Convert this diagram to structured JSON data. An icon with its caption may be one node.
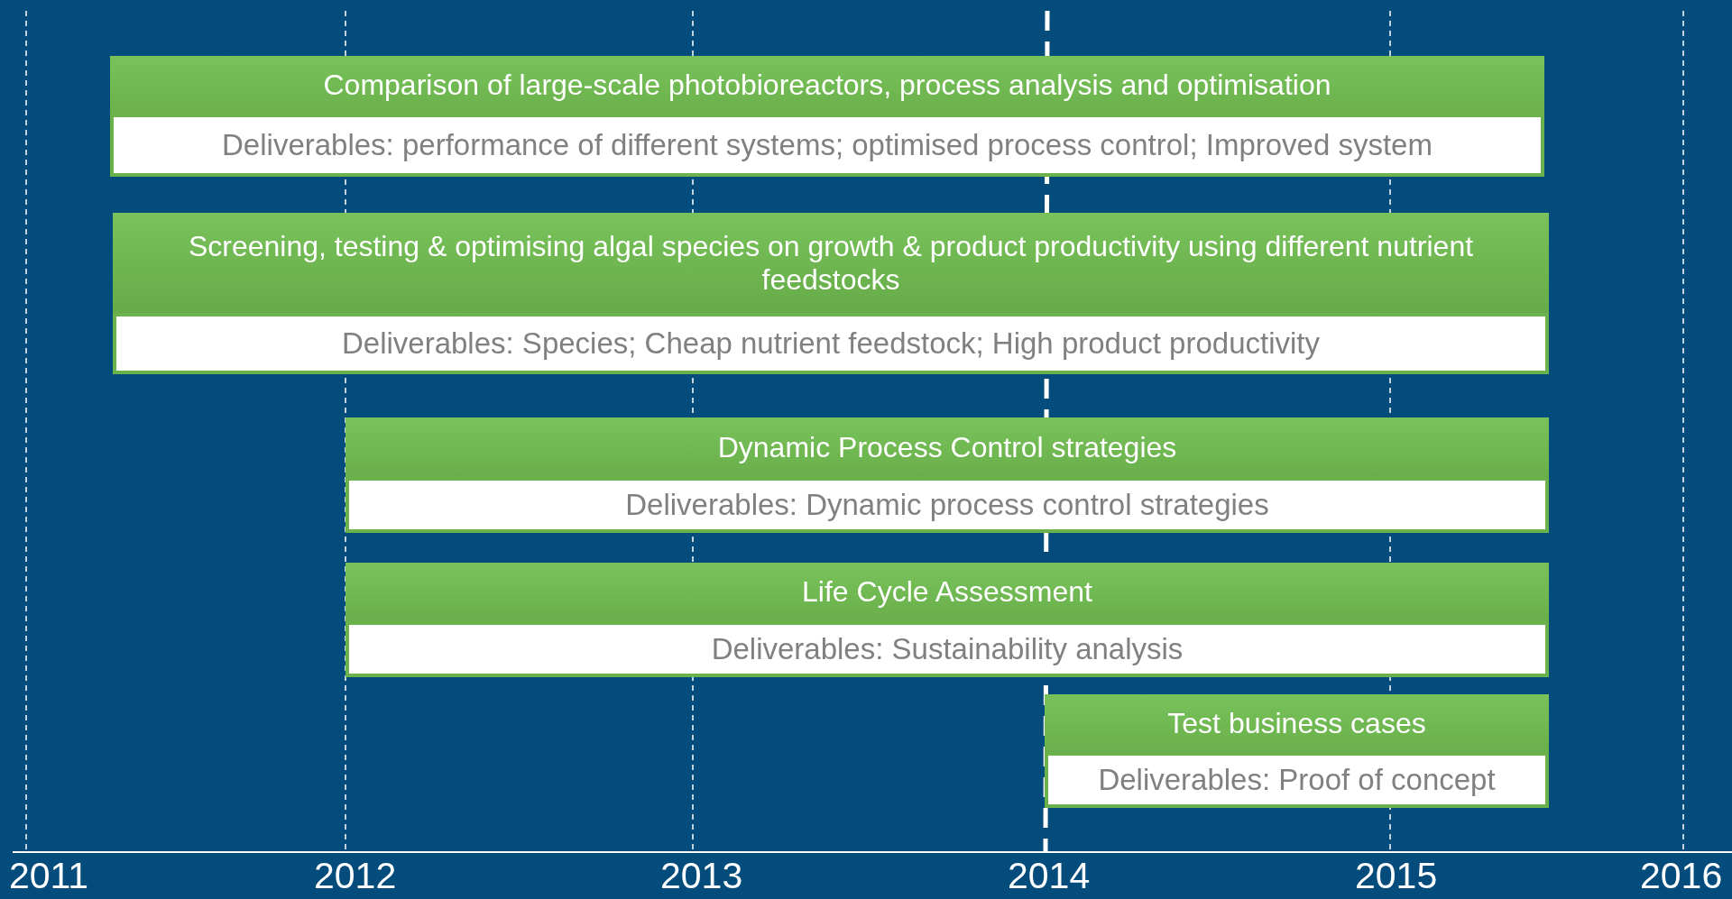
{
  "diagram": {
    "nodes": [
      {
        "text": [
          "Comparison of large-scale photobioreactors, process analysis and optimisation",
          "Deliverables: performance of different systems; optimised process control; Improved system"
        ]
      },
      {
        "text": [
          "Screening, testing & optimising algal species on growth & product productivity using different nutrient feedstocks",
          "Deliverables: Species; Cheap nutrient feedstock; High product productivity"
        ]
      },
      {
        "text": [
          "Dynamic Process Control strategies",
          "Deliverables: Dynamic process control strategies"
        ]
      },
      {
        "text": [
          "Life Cycle Assessment",
          "Deliverables: Sustainability analysis"
        ]
      },
      {
        "text": [
          "Test business cases",
          "Deliverables: Proof of concept"
        ]
      }
    ],
    "labels": [
      "2011",
      "2012",
      "2013",
      "2014",
      "2015",
      "2016"
    ]
  }
}
